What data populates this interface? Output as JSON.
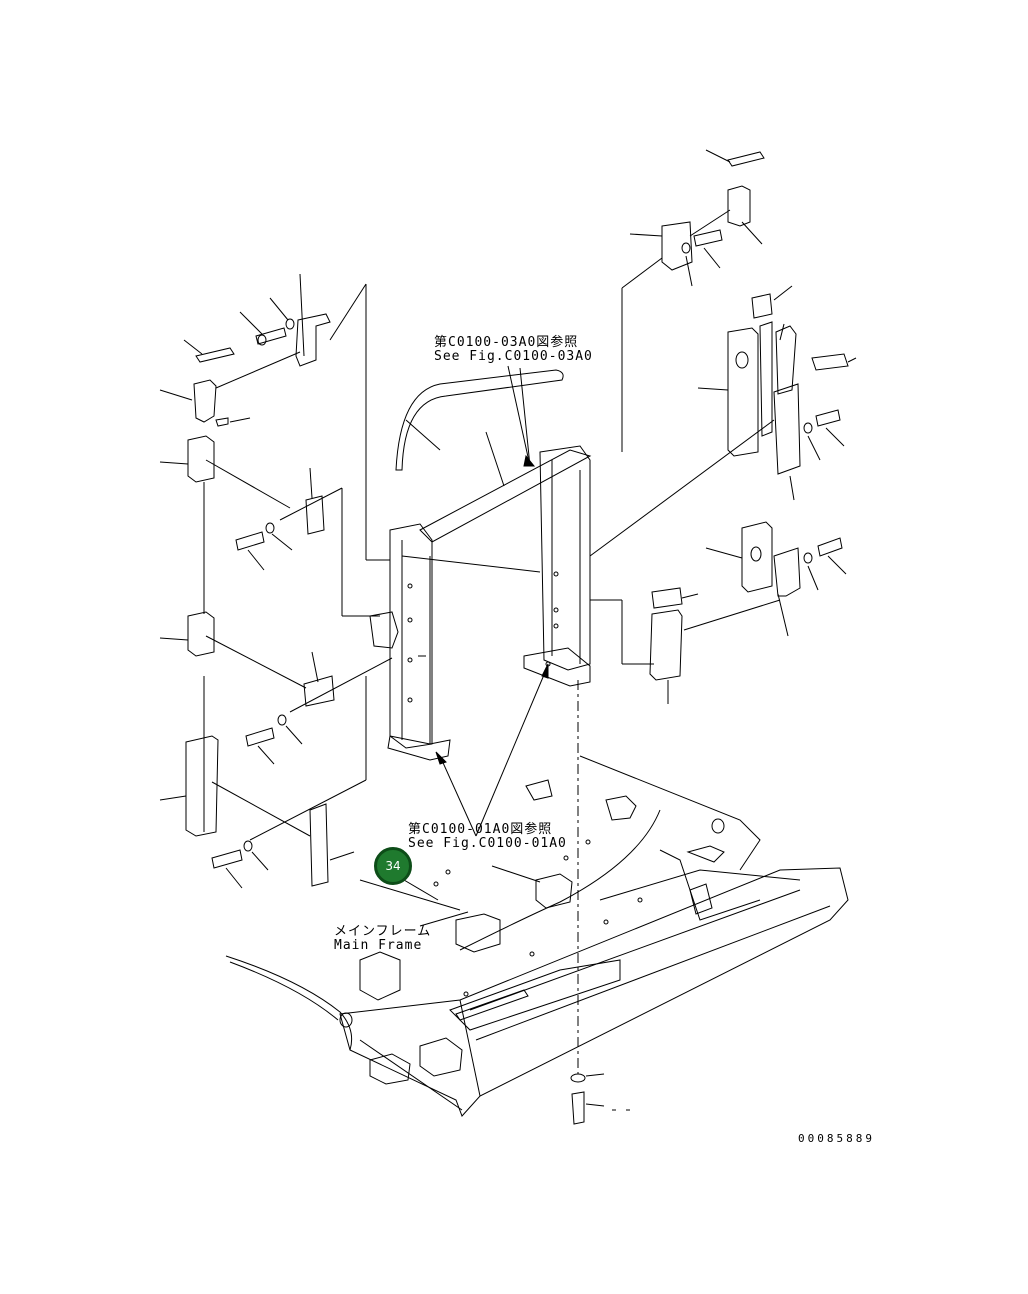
{
  "references": {
    "upper_jp": "第C0100-03A0図参照",
    "upper_en": "See Fig.C0100-03A0",
    "lower_jp": "第C0100-01A0図参照",
    "lower_en": "See Fig.C0100-01A0"
  },
  "main_frame": {
    "label_jp": "メインフレーム",
    "label_en": "Main Frame"
  },
  "callout": {
    "number": "34",
    "color": "#1f7a2e"
  },
  "drawing_id": "00085889"
}
